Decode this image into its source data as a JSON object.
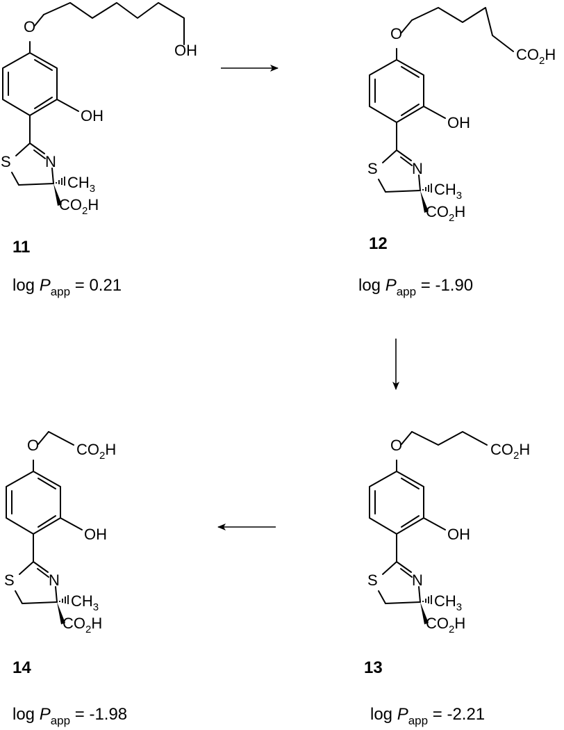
{
  "compounds": [
    {
      "id": "11",
      "label": "11",
      "logp_prefix": "log ",
      "logp_P": "P",
      "logp_sub": "app",
      "logp_value": " = 0.21"
    },
    {
      "id": "12",
      "label": "12",
      "logp_prefix": "log ",
      "logp_P": "P",
      "logp_sub": "app",
      "logp_value": " = -1.90"
    },
    {
      "id": "13",
      "label": "13",
      "logp_prefix": "log ",
      "logp_P": "P",
      "logp_sub": "app",
      "logp_value": " = -2.21"
    },
    {
      "id": "14",
      "label": "14",
      "logp_prefix": "log ",
      "logp_P": "P",
      "logp_sub": "app",
      "logp_value": " = -1.98"
    }
  ],
  "atoms": {
    "O": "O",
    "OH": "OH",
    "S": "S",
    "N": "N",
    "C": "C",
    "H": "H",
    "CO": "CO",
    "two": "2",
    "three": "3",
    "CH": "CH"
  },
  "arrows": [
    "right",
    "down",
    "left"
  ]
}
